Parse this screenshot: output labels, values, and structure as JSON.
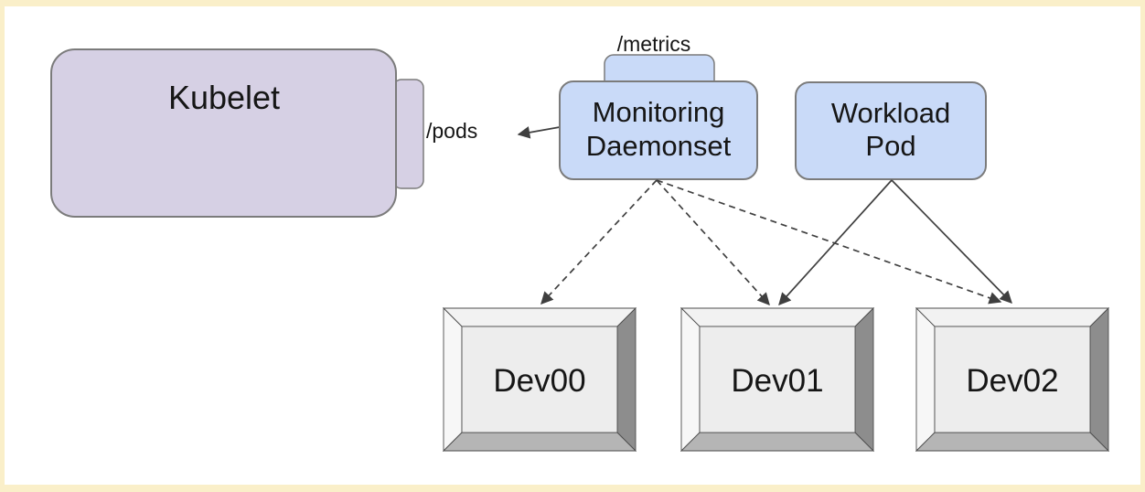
{
  "diagram": {
    "nodes": {
      "kubelet": {
        "label": "Kubelet",
        "endpoint_label": "/pods"
      },
      "monitoring_daemonset": {
        "label_line1": "Monitoring",
        "label_line2": "Daemonset",
        "endpoint_label": "/metrics"
      },
      "workload_pod": {
        "label_line1": "Workload",
        "label_line2": "Pod"
      },
      "devices": [
        {
          "label": "Dev00"
        },
        {
          "label": "Dev01"
        },
        {
          "label": "Dev02"
        }
      ]
    },
    "edges": [
      {
        "from": "monitoring-daemonset",
        "to": "kubelet",
        "style": "solid",
        "endpoint": "/pods"
      },
      {
        "from": "monitoring-daemonset",
        "to": "dev00",
        "style": "dashed"
      },
      {
        "from": "monitoring-daemonset",
        "to": "dev01",
        "style": "dashed"
      },
      {
        "from": "monitoring-daemonset",
        "to": "dev02",
        "style": "dashed"
      },
      {
        "from": "workload-pod",
        "to": "dev01",
        "style": "solid"
      },
      {
        "from": "workload-pod",
        "to": "dev02",
        "style": "solid"
      }
    ],
    "colors": {
      "frame": "#FAEFC9",
      "canvas": "#FFFFFF",
      "kubelet_fill": "#D6D0E4",
      "pod_fill": "#C9DAF8",
      "shape_border": "#7B7B7B",
      "arrow": "#3F3F3F",
      "device_face": "#EDEDED",
      "device_bevel_top": "#F2F2F2",
      "device_bevel_left": "#F7F7F7",
      "device_bevel_right": "#8D8D8D",
      "device_bevel_bottom": "#B5B5B5"
    }
  }
}
